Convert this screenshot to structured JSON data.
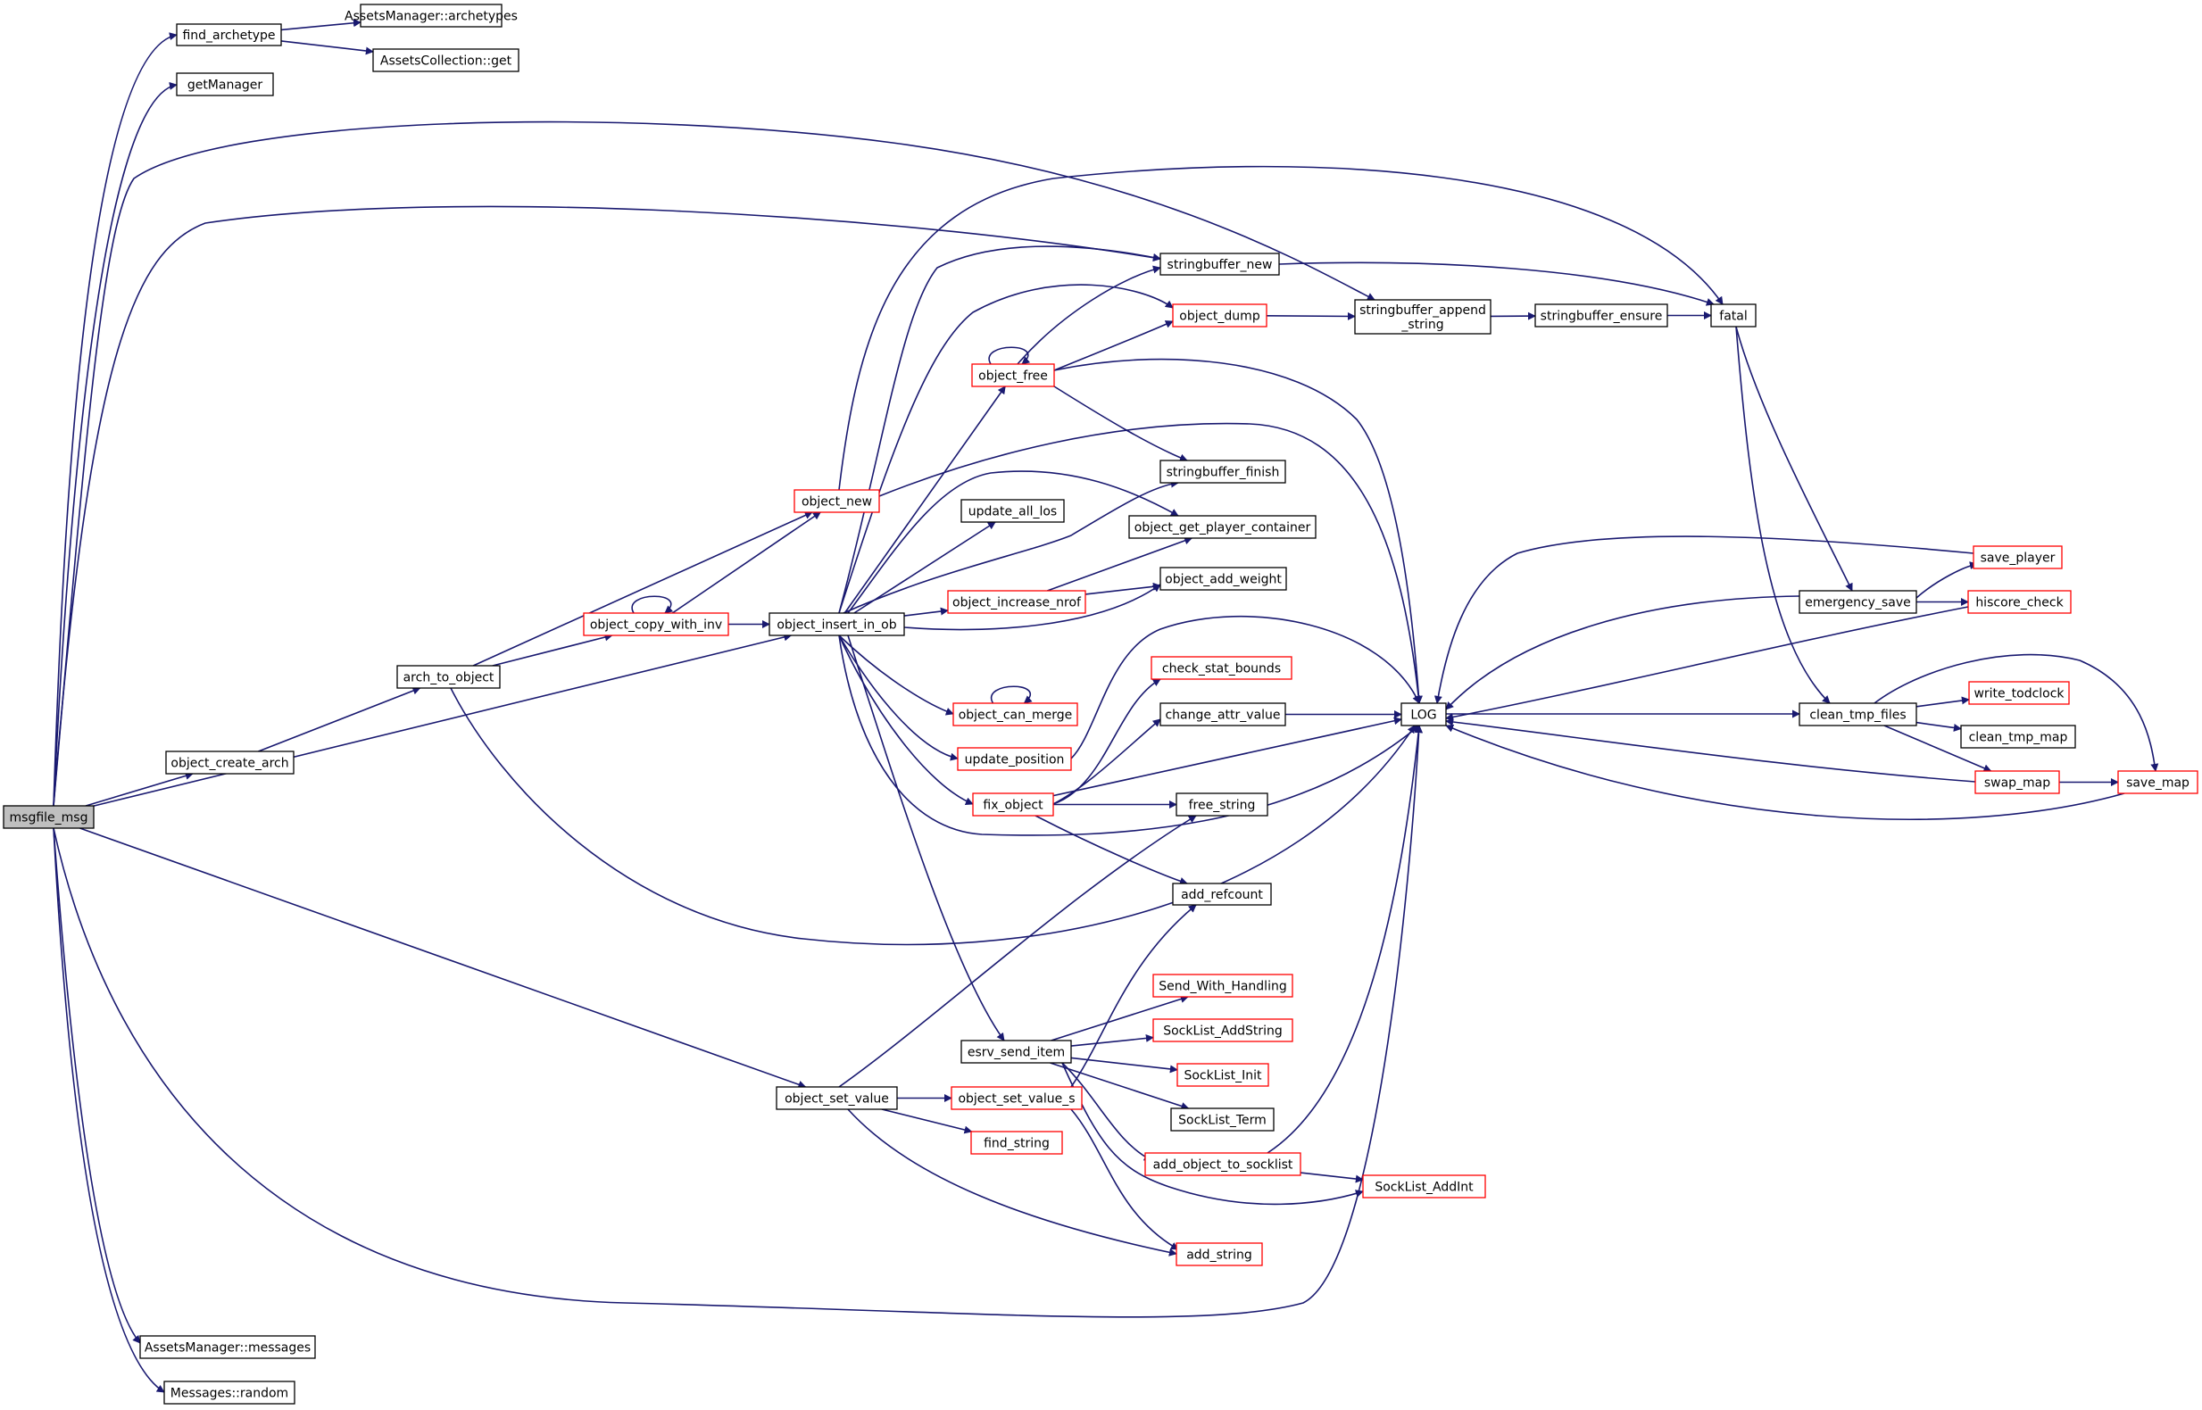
{
  "colors": {
    "edge": "#191970",
    "node_border_normal": "#000000",
    "node_border_truncated": "#ff0000",
    "root_fill": "#bfbfbf",
    "node_fill": "#ffffff"
  },
  "nodes": {
    "msgfile_msg": {
      "lines": [
        "msgfile_msg"
      ],
      "style": "root"
    },
    "find_archetype": {
      "lines": [
        "find_archetype"
      ],
      "style": "normal"
    },
    "AssetsManager_archetypes": {
      "lines": [
        "AssetsManager::archetypes"
      ],
      "style": "normal"
    },
    "AssetsCollection_get": {
      "lines": [
        "AssetsCollection::get"
      ],
      "style": "normal"
    },
    "getManager": {
      "lines": [
        "getManager"
      ],
      "style": "normal"
    },
    "object_create_arch": {
      "lines": [
        "object_create_arch"
      ],
      "style": "normal"
    },
    "arch_to_object": {
      "lines": [
        "arch_to_object"
      ],
      "style": "normal"
    },
    "object_copy_with_inv": {
      "lines": [
        "object_copy_with_inv"
      ],
      "style": "truncated"
    },
    "object_new": {
      "lines": [
        "object_new"
      ],
      "style": "truncated"
    },
    "object_insert_in_ob": {
      "lines": [
        "object_insert_in_ob"
      ],
      "style": "normal"
    },
    "object_free": {
      "lines": [
        "object_free"
      ],
      "style": "truncated"
    },
    "stringbuffer_new": {
      "lines": [
        "stringbuffer_new"
      ],
      "style": "normal"
    },
    "object_dump": {
      "lines": [
        "object_dump"
      ],
      "style": "truncated"
    },
    "stringbuffer_append_string": {
      "lines": [
        "stringbuffer_append",
        "_string"
      ],
      "style": "normal"
    },
    "stringbuffer_ensure": {
      "lines": [
        "stringbuffer_ensure"
      ],
      "style": "normal"
    },
    "fatal": {
      "lines": [
        "fatal"
      ],
      "style": "normal"
    },
    "stringbuffer_finish": {
      "lines": [
        "stringbuffer_finish"
      ],
      "style": "normal"
    },
    "update_all_los": {
      "lines": [
        "update_all_los"
      ],
      "style": "normal"
    },
    "object_get_player_container": {
      "lines": [
        "object_get_player_container"
      ],
      "style": "normal"
    },
    "object_add_weight": {
      "lines": [
        "object_add_weight"
      ],
      "style": "normal"
    },
    "object_increase_nrof": {
      "lines": [
        "object_increase_nrof"
      ],
      "style": "truncated"
    },
    "check_stat_bounds": {
      "lines": [
        "check_stat_bounds"
      ],
      "style": "truncated"
    },
    "change_attr_value": {
      "lines": [
        "change_attr_value"
      ],
      "style": "normal"
    },
    "object_can_merge": {
      "lines": [
        "object_can_merge"
      ],
      "style": "truncated"
    },
    "update_position": {
      "lines": [
        "update_position"
      ],
      "style": "truncated"
    },
    "fix_object": {
      "lines": [
        "fix_object"
      ],
      "style": "truncated"
    },
    "free_string": {
      "lines": [
        "free_string"
      ],
      "style": "normal"
    },
    "add_refcount": {
      "lines": [
        "add_refcount"
      ],
      "style": "normal"
    },
    "LOG": {
      "lines": [
        "LOG"
      ],
      "style": "normal"
    },
    "emergency_save": {
      "lines": [
        "emergency_save"
      ],
      "style": "normal"
    },
    "save_player": {
      "lines": [
        "save_player"
      ],
      "style": "truncated"
    },
    "hiscore_check": {
      "lines": [
        "hiscore_check"
      ],
      "style": "truncated"
    },
    "clean_tmp_files": {
      "lines": [
        "clean_tmp_files"
      ],
      "style": "normal"
    },
    "write_todclock": {
      "lines": [
        "write_todclock"
      ],
      "style": "truncated"
    },
    "clean_tmp_map": {
      "lines": [
        "clean_tmp_map"
      ],
      "style": "normal"
    },
    "swap_map": {
      "lines": [
        "swap_map"
      ],
      "style": "truncated"
    },
    "save_map": {
      "lines": [
        "save_map"
      ],
      "style": "truncated"
    },
    "Send_With_Handling": {
      "lines": [
        "Send_With_Handling"
      ],
      "style": "truncated"
    },
    "esrv_send_item": {
      "lines": [
        "esrv_send_item"
      ],
      "style": "normal"
    },
    "SockList_AddString": {
      "lines": [
        "SockList_AddString"
      ],
      "style": "truncated"
    },
    "SockList_Init": {
      "lines": [
        "SockList_Init"
      ],
      "style": "truncated"
    },
    "SockList_Term": {
      "lines": [
        "SockList_Term"
      ],
      "style": "normal"
    },
    "object_set_value": {
      "lines": [
        "object_set_value"
      ],
      "style": "normal"
    },
    "object_set_value_s": {
      "lines": [
        "object_set_value_s"
      ],
      "style": "truncated"
    },
    "find_string": {
      "lines": [
        "find_string"
      ],
      "style": "truncated"
    },
    "add_object_to_socklist": {
      "lines": [
        "add_object_to_socklist"
      ],
      "style": "truncated"
    },
    "SockList_AddInt": {
      "lines": [
        "SockList_AddInt"
      ],
      "style": "truncated"
    },
    "add_string": {
      "lines": [
        "add_string"
      ],
      "style": "truncated"
    },
    "AssetsManager_messages": {
      "lines": [
        "AssetsManager::messages"
      ],
      "style": "normal"
    },
    "Messages_random": {
      "lines": [
        "Messages::random"
      ],
      "style": "normal"
    }
  },
  "edges": [
    [
      "msgfile_msg",
      "find_archetype"
    ],
    [
      "find_archetype",
      "AssetsManager_archetypes"
    ],
    [
      "find_archetype",
      "AssetsCollection_get"
    ],
    [
      "msgfile_msg",
      "getManager"
    ],
    [
      "msgfile_msg",
      "object_create_arch"
    ],
    [
      "object_create_arch",
      "arch_to_object"
    ],
    [
      "arch_to_object",
      "object_copy_with_inv"
    ],
    [
      "arch_to_object",
      "object_new"
    ],
    [
      "arch_to_object",
      "LOG"
    ],
    [
      "object_copy_with_inv",
      "object_copy_with_inv"
    ],
    [
      "object_copy_with_inv",
      "object_new"
    ],
    [
      "object_copy_with_inv",
      "object_insert_in_ob"
    ],
    [
      "object_new",
      "fatal"
    ],
    [
      "object_new",
      "LOG"
    ],
    [
      "msgfile_msg",
      "object_insert_in_ob"
    ],
    [
      "msgfile_msg",
      "stringbuffer_new"
    ],
    [
      "msgfile_msg",
      "stringbuffer_append_string"
    ],
    [
      "msgfile_msg",
      "object_set_value"
    ],
    [
      "msgfile_msg",
      "LOG"
    ],
    [
      "msgfile_msg",
      "AssetsManager_messages"
    ],
    [
      "msgfile_msg",
      "Messages_random"
    ],
    [
      "object_insert_in_ob",
      "object_free"
    ],
    [
      "object_insert_in_ob",
      "stringbuffer_new"
    ],
    [
      "object_insert_in_ob",
      "object_dump"
    ],
    [
      "object_insert_in_ob",
      "stringbuffer_finish"
    ],
    [
      "object_insert_in_ob",
      "update_all_los"
    ],
    [
      "object_insert_in_ob",
      "object_get_player_container"
    ],
    [
      "object_insert_in_ob",
      "object_add_weight"
    ],
    [
      "object_insert_in_ob",
      "object_increase_nrof"
    ],
    [
      "object_insert_in_ob",
      "object_can_merge"
    ],
    [
      "object_insert_in_ob",
      "update_position"
    ],
    [
      "object_insert_in_ob",
      "fix_object"
    ],
    [
      "object_insert_in_ob",
      "LOG"
    ],
    [
      "object_insert_in_ob",
      "esrv_send_item"
    ],
    [
      "object_free",
      "object_free"
    ],
    [
      "object_free",
      "stringbuffer_new"
    ],
    [
      "object_free",
      "object_dump"
    ],
    [
      "object_free",
      "stringbuffer_finish"
    ],
    [
      "object_free",
      "LOG"
    ],
    [
      "stringbuffer_new",
      "fatal"
    ],
    [
      "object_dump",
      "stringbuffer_append_string"
    ],
    [
      "stringbuffer_append_string",
      "stringbuffer_ensure"
    ],
    [
      "stringbuffer_ensure",
      "fatal"
    ],
    [
      "fatal",
      "emergency_save"
    ],
    [
      "fatal",
      "clean_tmp_files"
    ],
    [
      "object_increase_nrof",
      "object_get_player_container"
    ],
    [
      "object_increase_nrof",
      "object_add_weight"
    ],
    [
      "object_can_merge",
      "object_can_merge"
    ],
    [
      "update_position",
      "LOG"
    ],
    [
      "fix_object",
      "check_stat_bounds"
    ],
    [
      "fix_object",
      "change_attr_value"
    ],
    [
      "fix_object",
      "free_string"
    ],
    [
      "fix_object",
      "add_refcount"
    ],
    [
      "fix_object",
      "LOG"
    ],
    [
      "change_attr_value",
      "LOG"
    ],
    [
      "LOG",
      "clean_tmp_files"
    ],
    [
      "emergency_save",
      "save_player"
    ],
    [
      "emergency_save",
      "hiscore_check"
    ],
    [
      "emergency_save",
      "LOG"
    ],
    [
      "save_player",
      "LOG"
    ],
    [
      "hiscore_check",
      "LOG"
    ],
    [
      "clean_tmp_files",
      "write_todclock"
    ],
    [
      "clean_tmp_files",
      "clean_tmp_map"
    ],
    [
      "clean_tmp_files",
      "swap_map"
    ],
    [
      "clean_tmp_files",
      "save_map"
    ],
    [
      "swap_map",
      "save_map"
    ],
    [
      "swap_map",
      "LOG"
    ],
    [
      "save_map",
      "LOG"
    ],
    [
      "esrv_send_item",
      "Send_With_Handling"
    ],
    [
      "esrv_send_item",
      "SockList_AddString"
    ],
    [
      "esrv_send_item",
      "SockList_Init"
    ],
    [
      "esrv_send_item",
      "SockList_Term"
    ],
    [
      "esrv_send_item",
      "add_object_to_socklist"
    ],
    [
      "esrv_send_item",
      "SockList_AddInt"
    ],
    [
      "object_set_value",
      "free_string"
    ],
    [
      "object_set_value",
      "object_set_value_s"
    ],
    [
      "object_set_value",
      "find_string"
    ],
    [
      "object_set_value",
      "add_string"
    ],
    [
      "object_set_value_s",
      "add_refcount"
    ],
    [
      "object_set_value_s",
      "add_string"
    ],
    [
      "add_object_to_socklist",
      "SockList_AddInt"
    ],
    [
      "add_object_to_socklist",
      "LOG"
    ]
  ]
}
